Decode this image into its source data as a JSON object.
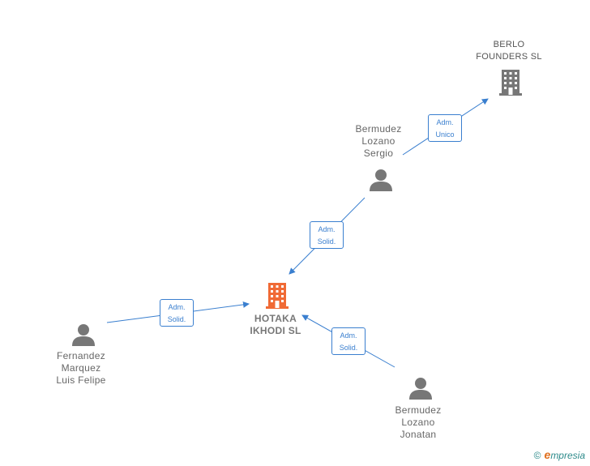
{
  "nodes": {
    "berlo": {
      "name_lines": [
        "BERLO",
        "FOUNDERS  SL"
      ],
      "kind": "company",
      "color": "#777777"
    },
    "hotaka": {
      "name_lines": [
        "HOTAKA",
        "IKHODI  SL"
      ],
      "kind": "company-main",
      "color": "#f06a35"
    },
    "sergio": {
      "name_lines": [
        "Bermudez",
        "Lozano",
        "Sergio"
      ],
      "kind": "person",
      "color": "#777777"
    },
    "felipe": {
      "name_lines": [
        "Fernandez",
        "Marquez",
        "Luis Felipe"
      ],
      "kind": "person",
      "color": "#777777"
    },
    "jonatan": {
      "name_lines": [
        "Bermudez",
        "Lozano",
        "Jonatan"
      ],
      "kind": "person",
      "color": "#777777"
    }
  },
  "edges": {
    "sergio_berlo": {
      "lines": [
        "Adm.",
        "Unico"
      ]
    },
    "sergio_hotaka": {
      "lines": [
        "Adm.",
        "Solid."
      ]
    },
    "felipe_hotaka": {
      "lines": [
        "Adm.",
        "Solid."
      ]
    },
    "jonatan_hotaka": {
      "lines": [
        "Adm.",
        "Solid."
      ]
    }
  },
  "colors": {
    "edge": "#3a7fcf",
    "person_icon": "#777777",
    "company_icon": "#777777",
    "main_company_icon": "#f06a35"
  },
  "brand": {
    "copyright": "©",
    "first_letter": "e",
    "rest": "mpresia"
  }
}
